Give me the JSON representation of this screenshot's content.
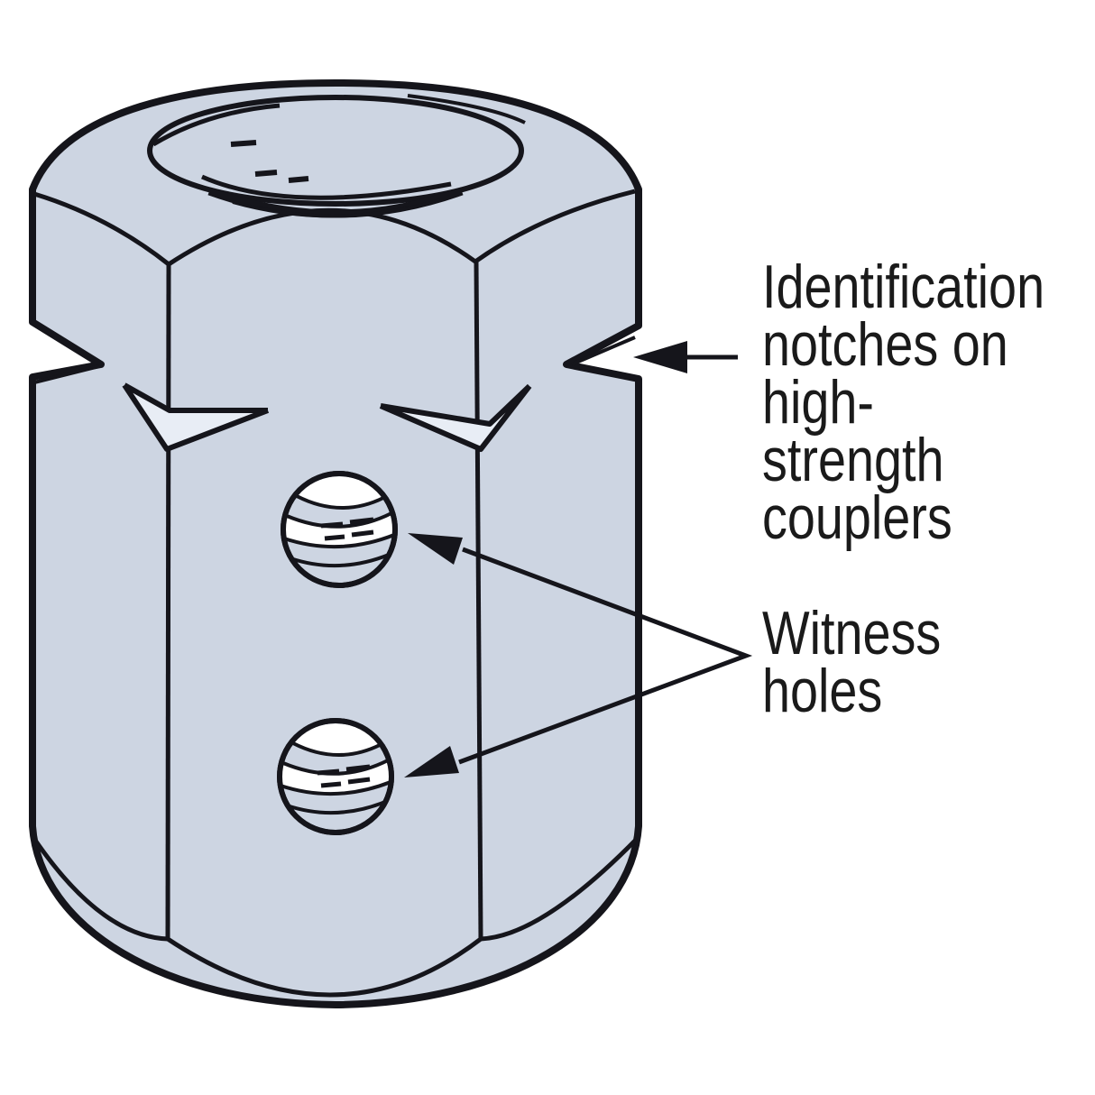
{
  "colors": {
    "background": "#FFFFFF",
    "body_fill": "#CDD5E2",
    "body_fill_light": "#E8EDF5",
    "line": "#15151B",
    "text": "#1A1A1A",
    "hole_highlight": "#FFFFFF"
  },
  "figure": {
    "subject": "threaded coupler illustration",
    "witness_hole_count": 2
  },
  "annotations": {
    "identification": {
      "label": "Identification\nnotches on\nhigh-strength\ncouplers",
      "pointer_icon": "arrow-left-icon"
    },
    "witness": {
      "label": "Witness\nholes",
      "pointer_icon": "arrow-left-icon"
    }
  }
}
